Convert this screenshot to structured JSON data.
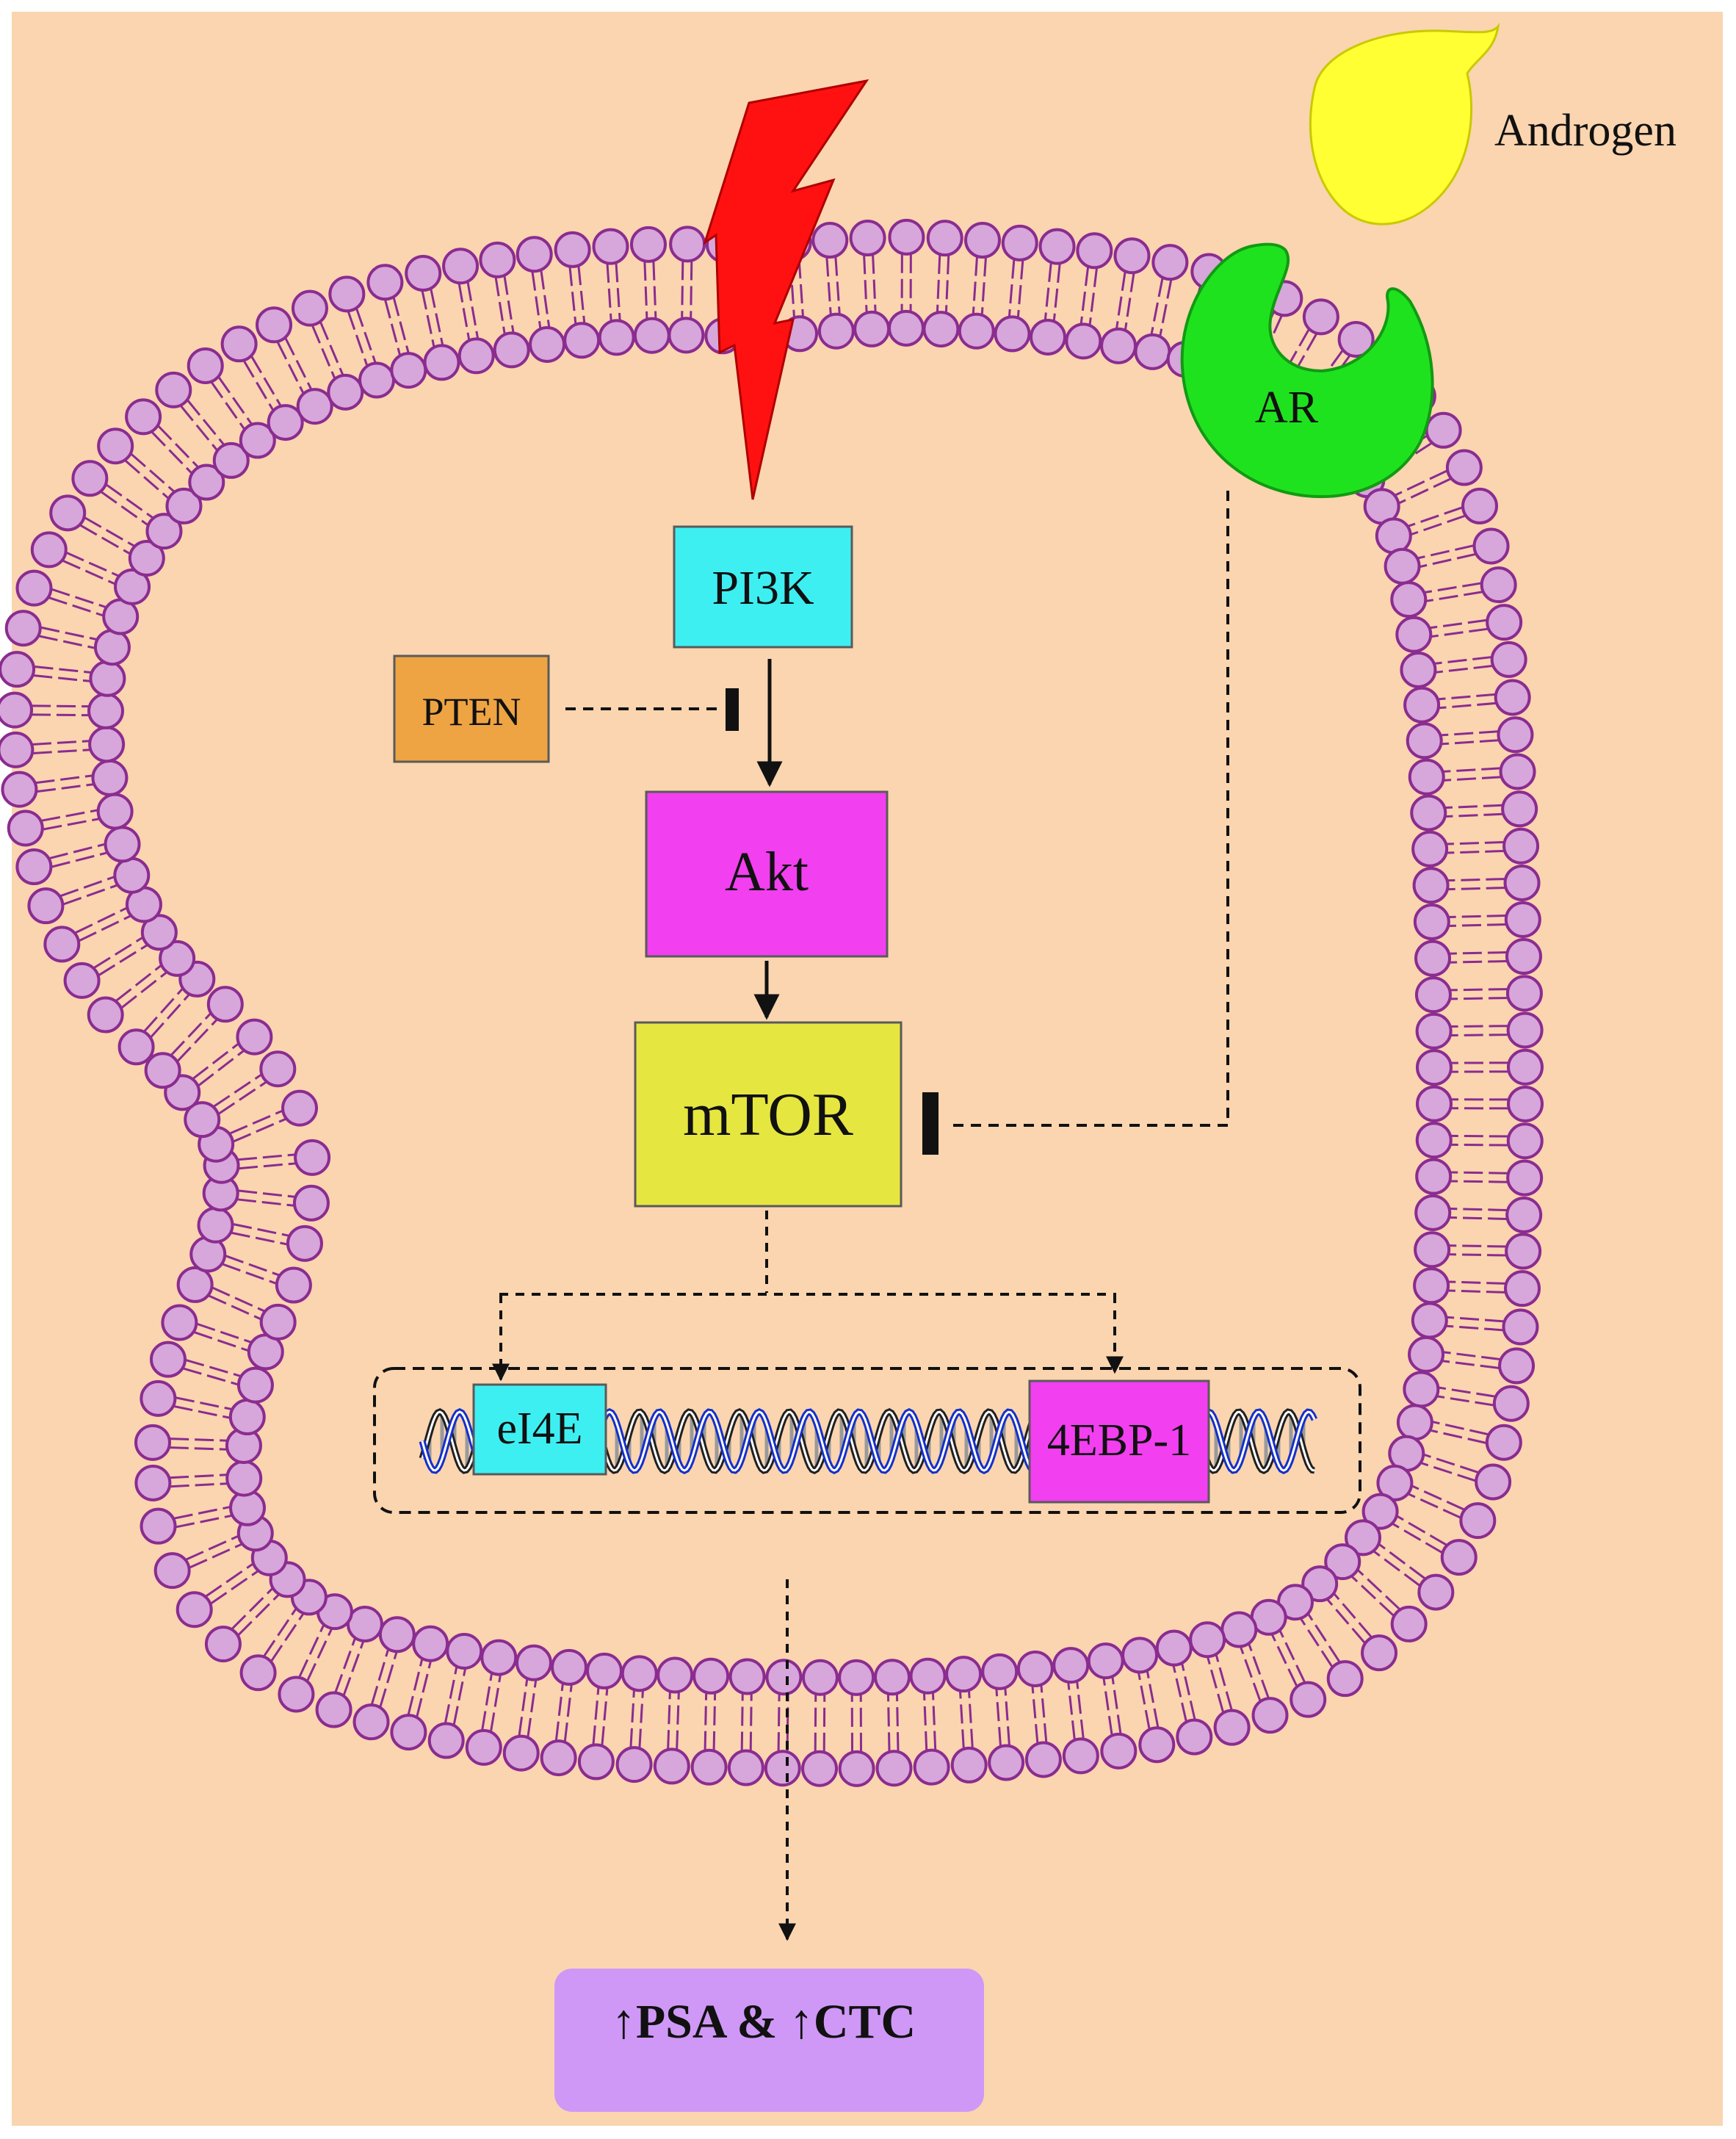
{
  "diagram": {
    "ligand_label": "Androgen",
    "receptor_label": "AR",
    "nodes": {
      "pi3k": "PI3K",
      "pten": "PTEN",
      "akt": "Akt",
      "mtor": "mTOR",
      "eif4e": "eI4E",
      "ebp1": "4EBP-1"
    },
    "outcome": "↑PSA & ↑CTC"
  },
  "colors": {
    "background": "#FAD5B0",
    "frame": "#FFFFFF",
    "membrane_head": "#D7A6DB",
    "membrane_stroke": "#8B2C8F",
    "signal_bolt": "#FF1111",
    "androgen": "#FFFF33",
    "receptor": "#1FE21F",
    "pi3k": "#3EEFF2",
    "pten": "#EEA443",
    "akt": "#F23FF0",
    "mtor": "#E6E640",
    "eif4e": "#3EEFF2",
    "ebp1": "#F23FF0",
    "outcome": "#CF98F6",
    "dna_strand_a": "#1530C8",
    "dna_strand_b": "#202020"
  },
  "icons": {
    "signal": "lightning-bolt-icon",
    "ligand": "androgen-blob-icon",
    "receptor": "receptor-cup-icon",
    "dna": "dna-helix-icon",
    "membrane": "lipid-bilayer-icon"
  }
}
